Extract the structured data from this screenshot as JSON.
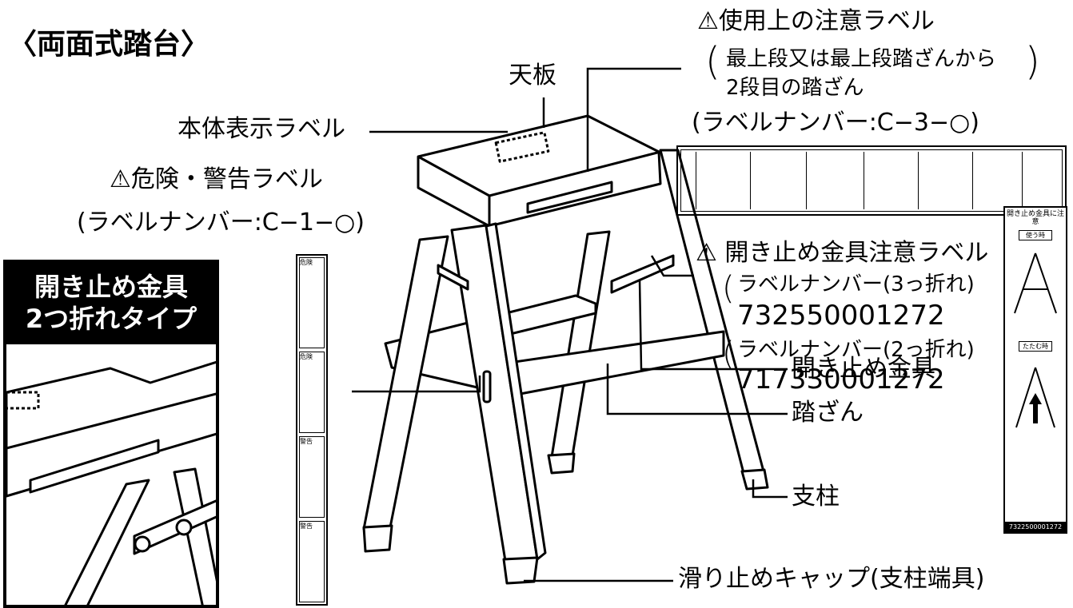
{
  "title": "〈両面式踏台〉",
  "labels": {
    "top_plate": "天板",
    "body_label": "本体表示ラベル",
    "danger_label": "⚠危険・警告ラベル",
    "danger_label_no": "(ラベルナンバー:C−1−○)",
    "usage_label": "⚠使用上の注意ラベル",
    "usage_note_1": "最上段又は最上段踏ざんから",
    "usage_note_2": "2段目の踏ざん",
    "usage_label_no": "(ラベルナンバー:C−3−○)",
    "hinge_label": "⚠ 開き止め金具注意ラベル",
    "hinge_no_3_title": "ラベルナンバー(3っ折れ)",
    "hinge_no_3": "732550001272",
    "hinge_no_2_title": "ラベルナンバー(2っ折れ)",
    "hinge_no_2": "717330001272",
    "hinge": "開き止め金具",
    "step": "踏ざん",
    "post": "支柱",
    "cap": "滑り止めキャップ(支柱端具)"
  },
  "inset": {
    "heading_1": "開き止め金具",
    "heading_2": "2つ折れタイプ"
  },
  "sticker_vertical": {
    "panels": [
      "危険",
      "危険",
      "警告",
      "警告"
    ]
  },
  "sticker_hinge": {
    "title": "開き止め金具に注意",
    "tab1": "使う時",
    "tab2": "たたむ時",
    "code": "7322500001272"
  }
}
